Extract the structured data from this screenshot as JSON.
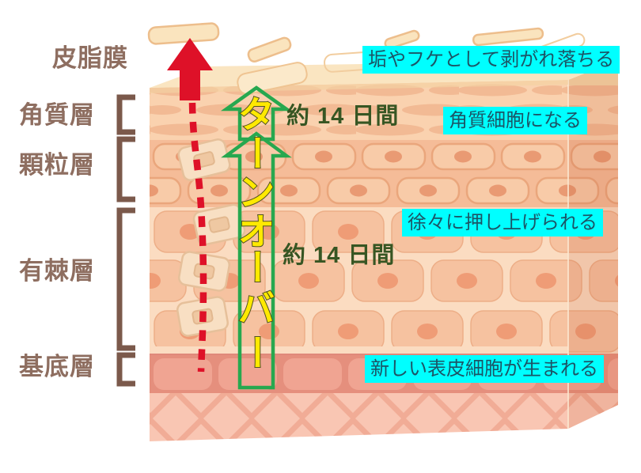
{
  "diagram": {
    "title": "skin-turnover-diagram",
    "layers": [
      {
        "id": "sebum",
        "label": "皮脂膜"
      },
      {
        "id": "corneum",
        "label": "角質層"
      },
      {
        "id": "granular",
        "label": "顆粒層"
      },
      {
        "id": "spinous",
        "label": "有棘層"
      },
      {
        "id": "basal",
        "label": "基底層"
      }
    ],
    "annotations": [
      {
        "id": "shed",
        "text": "垢やフケとして剥がれ落ちる"
      },
      {
        "id": "keratinize",
        "text": "角質細胞になる"
      },
      {
        "id": "push-up",
        "text": "徐々に押し上げられる"
      },
      {
        "id": "born",
        "text": "新しい表皮細胞が生まれる"
      }
    ],
    "durations": [
      {
        "id": "upper",
        "text": "約 14 日間"
      },
      {
        "id": "lower",
        "text": "約 14 日間"
      }
    ],
    "turnover_label": {
      "text": "ターンオーバー",
      "chars": [
        "タ",
        "ー",
        "ン",
        "オ",
        "ー",
        "バ",
        "ー"
      ]
    },
    "colors": {
      "highlight_bg": "#00FFFF",
      "highlight_text": "#1C5566",
      "duration_text": "#375623",
      "layer_label_text": "#8E6E60",
      "bracket": "#7B594B",
      "turnover_text": "#FFE900",
      "turnover_outline": "#4F5220",
      "arrow_green": "#27A84F",
      "arrow_red": "#DE1128"
    }
  }
}
